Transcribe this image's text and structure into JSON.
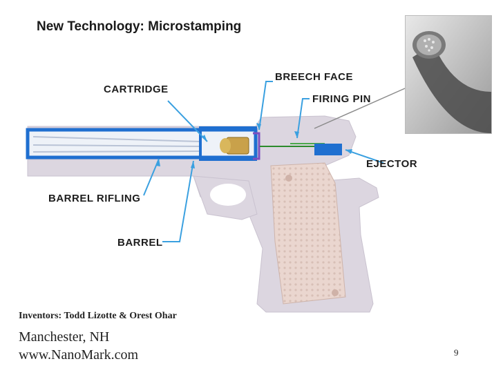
{
  "slide": {
    "title": "New Technology: Microstamping",
    "inventors": "Inventors: Todd Lizotte & Orest Ohar",
    "location": "Manchester, NH",
    "website": "www.NanoMark.com",
    "page_number": "9"
  },
  "labels": {
    "cartridge": "CARTRIDGE",
    "breech_face": "BREECH FACE",
    "firing_pin": "FIRING PIN",
    "ejector": "EJECTOR",
    "barrel_rifling": "BARREL RIFLING",
    "barrel": "BARREL"
  },
  "colors": {
    "callout_line": "#3aa0e0",
    "barrel_blue": "#1f6fd0",
    "gun_body": "#dcd6e0",
    "grip": "#e9d4cc"
  }
}
